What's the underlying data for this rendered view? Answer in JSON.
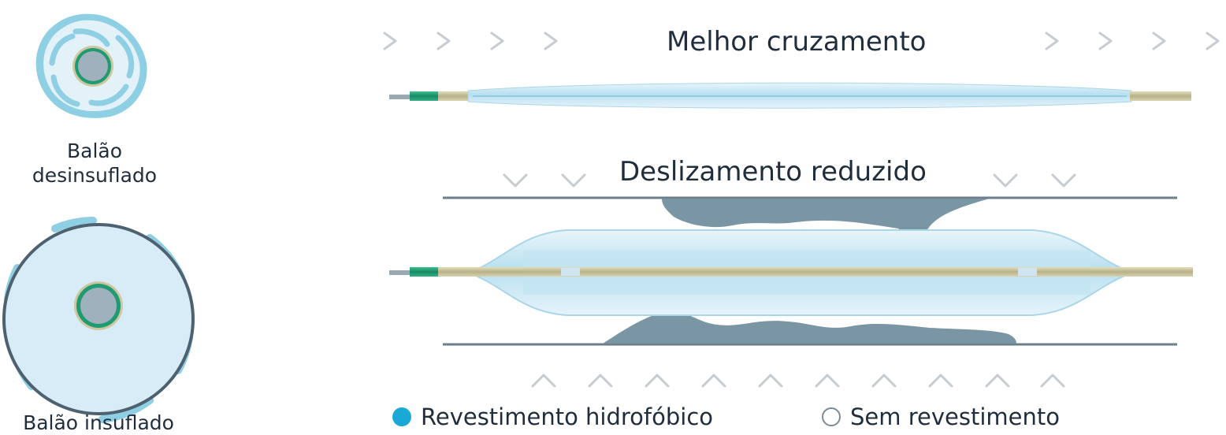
{
  "deflated": {
    "caption_line1": "Balão",
    "caption_line2": "desinsuflado"
  },
  "inflated": {
    "caption": "Balão insuflado"
  },
  "crossing": {
    "title": "Melhor cruzamento"
  },
  "sliding": {
    "title": "Deslizamento reduzido"
  },
  "legend": {
    "coated": {
      "label": "Revestimento hidrofóbico",
      "color": "#1aa8d6"
    },
    "uncoated": {
      "label": "Sem revestimento",
      "color": "#ffffff"
    }
  },
  "colors": {
    "coating": "#8ecfe4",
    "balloon_fill": "#d8ecf7",
    "balloon_outline": "#4d6170",
    "catheter_green": "#1f9a72",
    "catheter_tan": "#cdc7a0",
    "plaque": "#7a95a3",
    "arrow": "#c7ccd1",
    "vessel_wall": "#6c7f8c"
  }
}
